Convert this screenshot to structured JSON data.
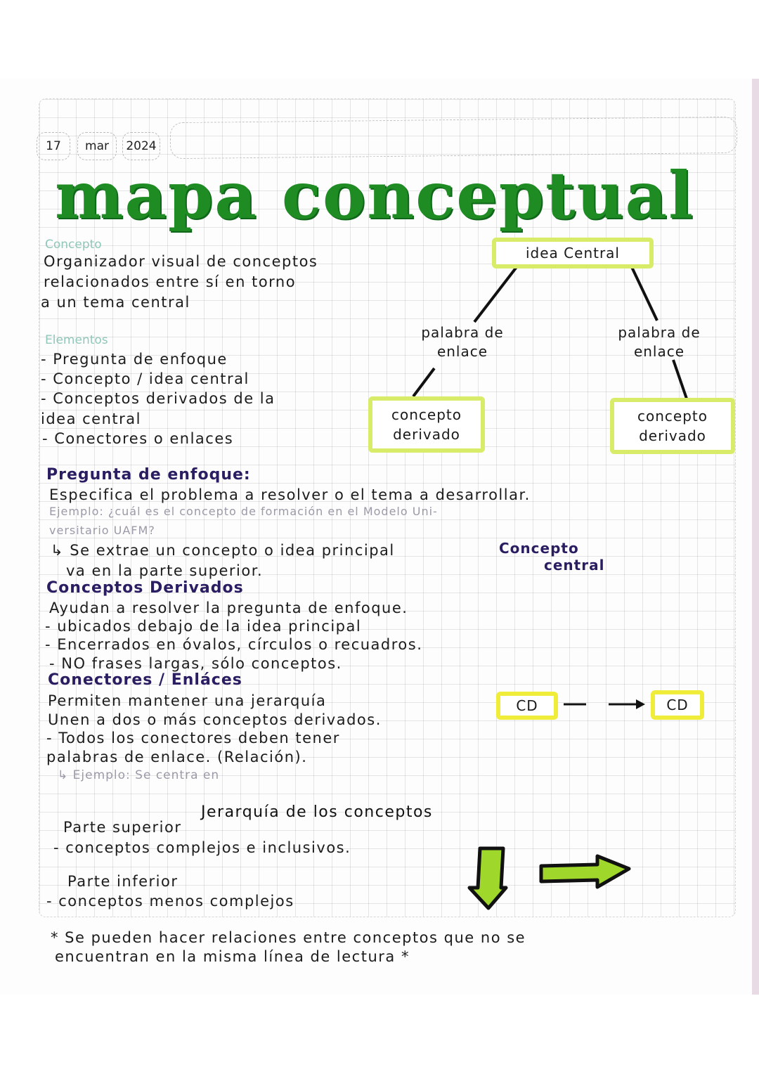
{
  "header": {
    "date_day": "17",
    "date_month": "mar",
    "date_year": "2024",
    "title": "mapa conceptual"
  },
  "concepto": {
    "label": "Concepto",
    "lines": [
      "Organizador visual de conceptos",
      "relacionados entre sí en torno",
      "a un tema central"
    ]
  },
  "elementos": {
    "label": "Elementos",
    "items": [
      "- Pregunta de enfoque",
      "- Concepto / idea central",
      "- Conceptos derivados de la",
      "idea central",
      "- Conectores o enlaces"
    ]
  },
  "diagram": {
    "central": "idea Central",
    "link_left": [
      "palabra de",
      "enlace"
    ],
    "link_right": [
      "palabra de",
      "enlace"
    ],
    "derived_left": [
      "concepto",
      "derivado"
    ],
    "derived_right": [
      "concepto",
      "derivado"
    ],
    "highlight_color": "#d8ec6a"
  },
  "pregunta": {
    "heading": "Pregunta de enfoque:",
    "line1": "Especifica el problema a resolver o el tema a desarrollar.",
    "example1": "Ejemplo: ¿cuál es el concepto de formación en el Modelo Uni-",
    "example2": "versitario UAFM?",
    "note1": "↳ Se extrae un concepto o idea principal",
    "note2": "va en la parte superior.",
    "side_label1": "Concepto",
    "side_label2": "central"
  },
  "derivados": {
    "heading": "Conceptos Derivados",
    "lines": [
      "Ayudan a resolver la pregunta de enfoque.",
      "- ubicados debajo de la idea principal",
      "- Encerrados en óvalos, círculos o recuadros.",
      "- NO frases largas, sólo conceptos."
    ]
  },
  "conectores": {
    "heading": "Conectores / Enláces",
    "lines": [
      "Permiten mantener una jerarquía",
      "Unen a dos o más conceptos derivados.",
      "- Todos los conectores deben tener",
      "palabras de enlace. (Relación)."
    ],
    "example": "↳ Ejemplo: Se centra en",
    "cd_left": "CD",
    "cd_right": "CD",
    "cd_color": "#f0ec3a"
  },
  "jerarquia": {
    "heading": "Jerarquía de los conceptos",
    "sup_label": "Parte superior",
    "sup_line": "- conceptos complejos e inclusivos.",
    "inf_label": "Parte inferior",
    "inf_line": "- conceptos menos complejos",
    "arrow_color": "#9fd82a"
  },
  "footnote": {
    "line1": "* Se pueden hacer relaciones entre conceptos que no se",
    "line2": "encuentran en la misma línea de lectura *"
  },
  "colors": {
    "title_green": "#1e8c22",
    "heading_purple": "#2b1d62"
  }
}
